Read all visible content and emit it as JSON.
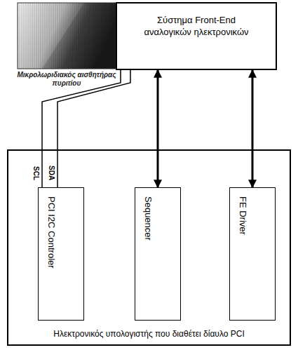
{
  "diagram": {
    "nodes": [
      {
        "text": [
          "Σύστημα Front-End αναλογικών ηλεκτρονικών"
        ]
      },
      {
        "text": [
          "Ηλεκτρονικός υπολογιστής που διαθέτει δίαυλο PCI"
        ]
      },
      {
        "text": [
          "PCI I2C Controler"
        ],
        "in": 1
      },
      {
        "text": [
          "Sequencer"
        ],
        "in": 1
      },
      {
        "text": [
          "FE Driver"
        ],
        "in": 1
      }
    ],
    "edges": [
      {
        "from": 2,
        "to": 0,
        "label": "SCL",
        "arrow": "none"
      },
      {
        "from": 2,
        "to": 0,
        "label": "SDA",
        "arrow": "none"
      },
      {
        "from": 3,
        "to": 0,
        "arrow": "both"
      },
      {
        "from": 4,
        "to": 0,
        "arrow": "both"
      }
    ],
    "labels": [
      "Μικρολωριδιακός αισθητήρας πυριτίου"
    ]
  }
}
